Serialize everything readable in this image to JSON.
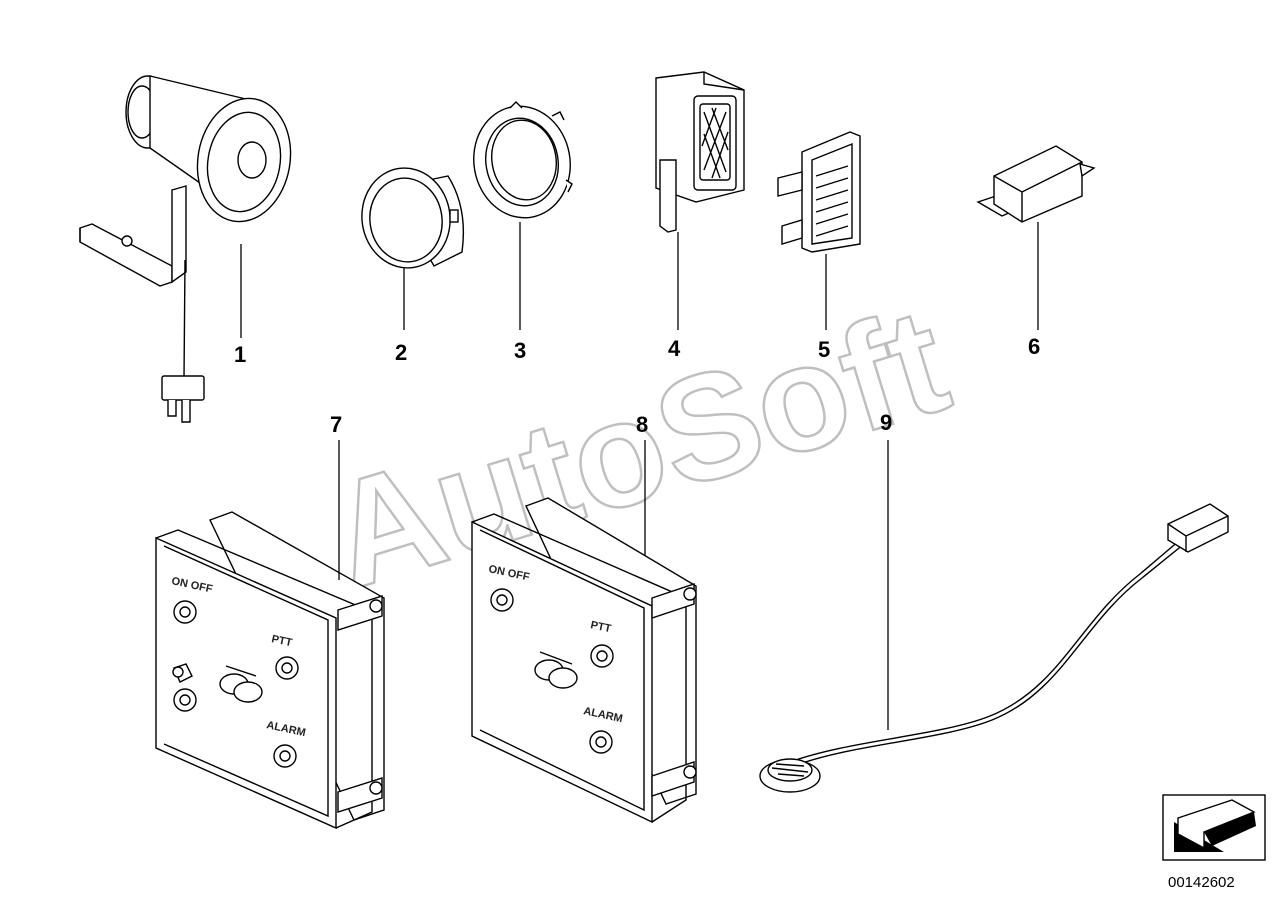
{
  "watermark": "AutoSoft",
  "callouts": [
    "1",
    "2",
    "3",
    "4",
    "5",
    "6",
    "7",
    "8",
    "9"
  ],
  "panel_7": {
    "on_off": "ON OFF",
    "ptt": "PTT",
    "alarm": "ALARM"
  },
  "panel_8": {
    "on_off": "ON OFF",
    "ptt": "PTT",
    "alarm": "ALARM"
  },
  "diagram_id": "00142602",
  "colors": {
    "line": "#000000",
    "watermark": "#bfbfbf",
    "background": "#ffffff"
  },
  "icons": [
    "horn-icon",
    "arrow-navigation-icon"
  ]
}
